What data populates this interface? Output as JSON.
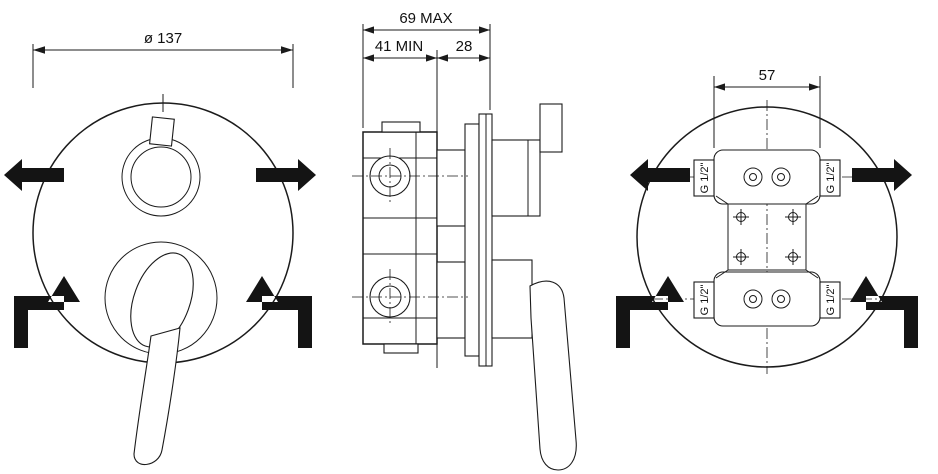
{
  "views": {
    "front": {
      "diameter": "ø 137"
    },
    "side": {
      "max_depth": "69 MAX",
      "min_depth": "41 MIN",
      "plate_depth": "28"
    },
    "back": {
      "port_spacing": "57",
      "port_labels": [
        "G 1/2\"",
        "G 1/2\"",
        "G 1/2\"",
        "G 1/2\""
      ]
    }
  }
}
